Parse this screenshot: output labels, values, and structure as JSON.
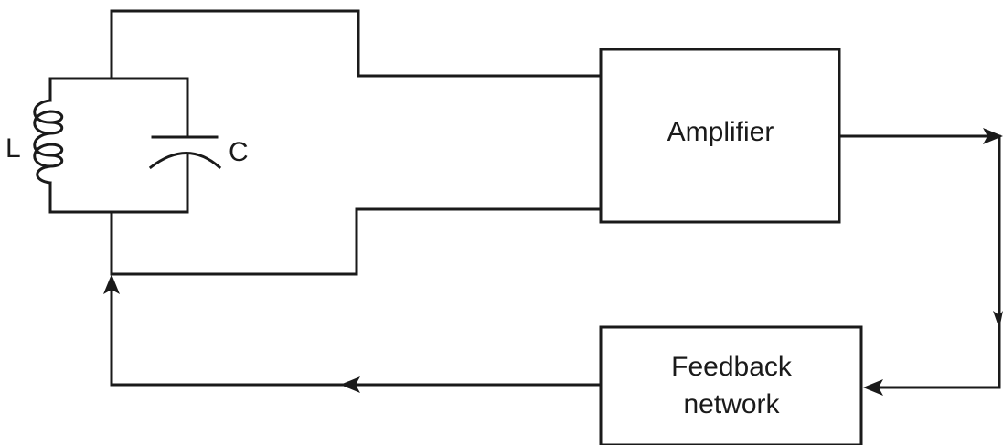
{
  "diagram": {
    "inductor_label": "L",
    "capacitor_label": "C",
    "amplifier_label": "Amplifier",
    "feedback_label_line1": "Feedback",
    "feedback_label_line2": "network"
  },
  "colors": {
    "line": "#1a1a1a",
    "background": "#ffffff"
  }
}
